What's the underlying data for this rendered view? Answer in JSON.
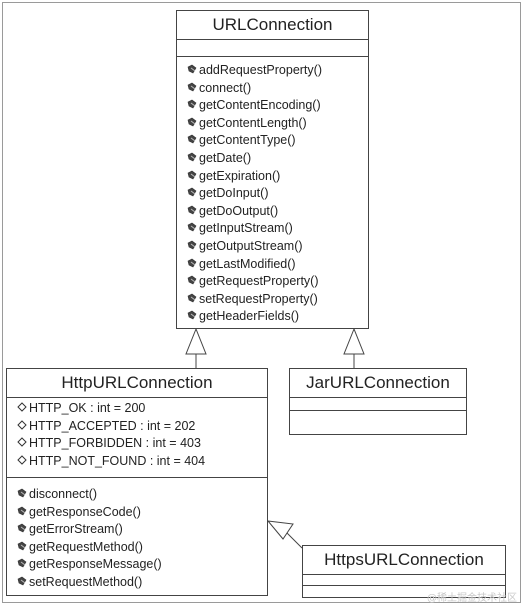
{
  "diagram": {
    "classes": {
      "url_connection": {
        "name": "URLConnection",
        "attributes": [],
        "operations": [
          "addRequestProperty()",
          "connect()",
          "getContentEncoding()",
          "getContentLength()",
          "getContentType()",
          "getDate()",
          "getExpiration()",
          "getDoInput()",
          "getDoOutput()",
          "getInputStream()",
          "getOutputStream()",
          "getLastModified()",
          "getRequestProperty()",
          "setRequestProperty()",
          "getHeaderFields()"
        ]
      },
      "http_url_connection": {
        "name": "HttpURLConnection",
        "attributes": [
          "HTTP_OK : int = 200",
          "HTTP_ACCEPTED : int = 202",
          "HTTP_FORBIDDEN : int = 403",
          "HTTP_NOT_FOUND : int = 404"
        ],
        "operations": [
          "disconnect()",
          "getResponseCode()",
          "getErrorStream()",
          "getRequestMethod()",
          "getResponseMessage()",
          "setRequestMethod()"
        ]
      },
      "jar_url_connection": {
        "name": "JarURLConnection",
        "attributes": [],
        "operations": []
      },
      "https_url_connection": {
        "name": "HttpsURLConnection",
        "attributes": [],
        "operations": []
      }
    },
    "relations": [
      {
        "type": "generalization",
        "from": "HttpURLConnection",
        "to": "URLConnection"
      },
      {
        "type": "generalization",
        "from": "JarURLConnection",
        "to": "URLConnection"
      },
      {
        "type": "generalization",
        "from": "HttpsURLConnection",
        "to": "HttpURLConnection"
      }
    ],
    "watermark": "@稀土掘金技术社区"
  }
}
